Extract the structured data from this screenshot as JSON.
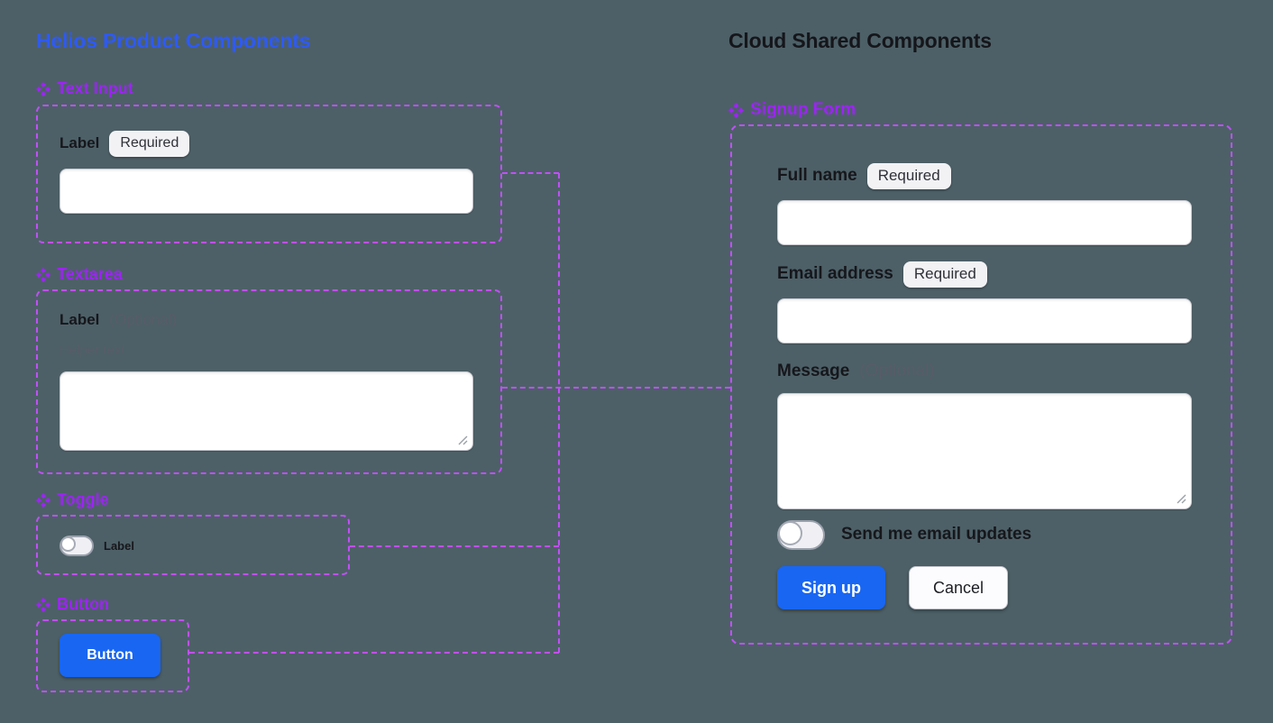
{
  "colors": {
    "background": "#4d6067",
    "left_title_blue": "#2e5af2",
    "component_purple": "#9d24f5",
    "dash_purple": "#c050f7",
    "primary_button_blue": "#1966f2",
    "badge_background": "#f2f2f5"
  },
  "icons": {
    "component_diamond": "figma-four-diamonds",
    "resize_grip": "diagonal-resize-lines"
  },
  "left": {
    "title": "Helios Product Components",
    "text_input": {
      "name": "Text Input",
      "label": "Label",
      "badge": "Required",
      "value": ""
    },
    "textarea": {
      "name": "Textarea",
      "label": "Label",
      "optional": "(Optional)",
      "helper": "Helper text",
      "value": ""
    },
    "toggle": {
      "name": "Toggle",
      "label": "Label",
      "state": "off"
    },
    "button": {
      "name": "Button",
      "label": "Button"
    }
  },
  "right": {
    "title": "Cloud Shared Components",
    "form": {
      "name": "Signup Form",
      "full_name": {
        "label": "Full name",
        "badge": "Required",
        "value": ""
      },
      "email": {
        "label": "Email address",
        "badge": "Required",
        "value": ""
      },
      "message": {
        "label": "Message",
        "optional": "(Optional)",
        "value": ""
      },
      "updates_toggle": {
        "label": "Send me email updates",
        "state": "off"
      },
      "submit": "Sign up",
      "cancel": "Cancel"
    }
  }
}
